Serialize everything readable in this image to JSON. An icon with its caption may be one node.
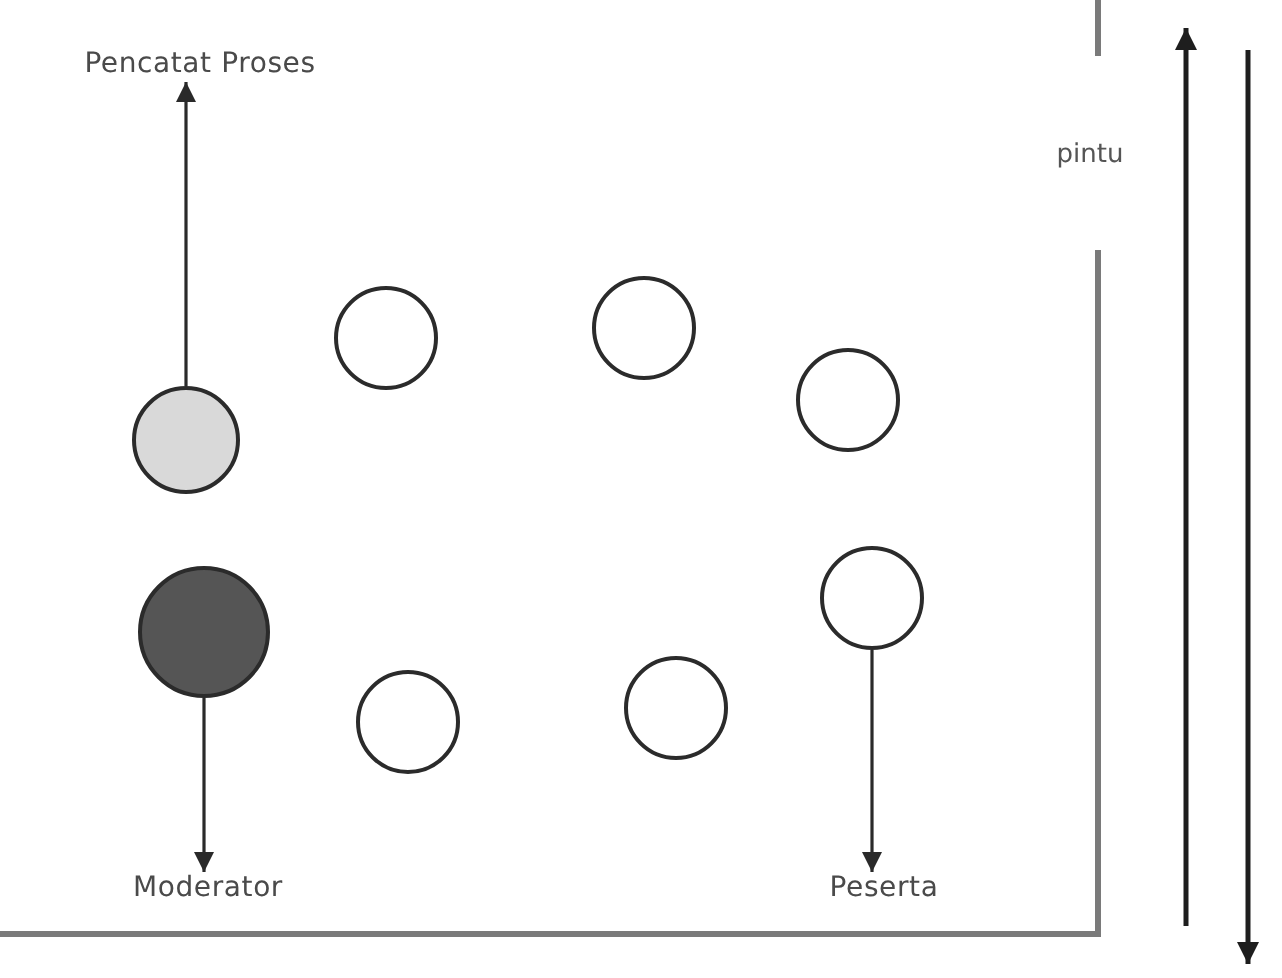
{
  "diagram": {
    "nodes": [
      {
        "text": [
          "Pencatat Proses"
        ]
      },
      {
        "text": [],
        "shape": "circle"
      },
      {
        "text": [],
        "shape": "circle"
      },
      {
        "text": [],
        "shape": "circle"
      },
      {
        "text": [],
        "shape": "circle"
      },
      {
        "text": [],
        "shape": "circle"
      },
      {
        "text": [],
        "shape": "circle"
      },
      {
        "text": [],
        "shape": "circle"
      },
      {
        "text": [],
        "shape": "circle"
      },
      {
        "text": [
          "Moderator"
        ]
      },
      {
        "text": [
          "Peserta"
        ]
      }
    ],
    "edges": [
      {
        "from": 1,
        "to": 0,
        "arrow": "to"
      },
      {
        "from": 6,
        "to": 9,
        "arrow": "to"
      },
      {
        "from": 5,
        "to": 10,
        "arrow": "to"
      }
    ],
    "labels": [
      "pintu"
    ]
  }
}
